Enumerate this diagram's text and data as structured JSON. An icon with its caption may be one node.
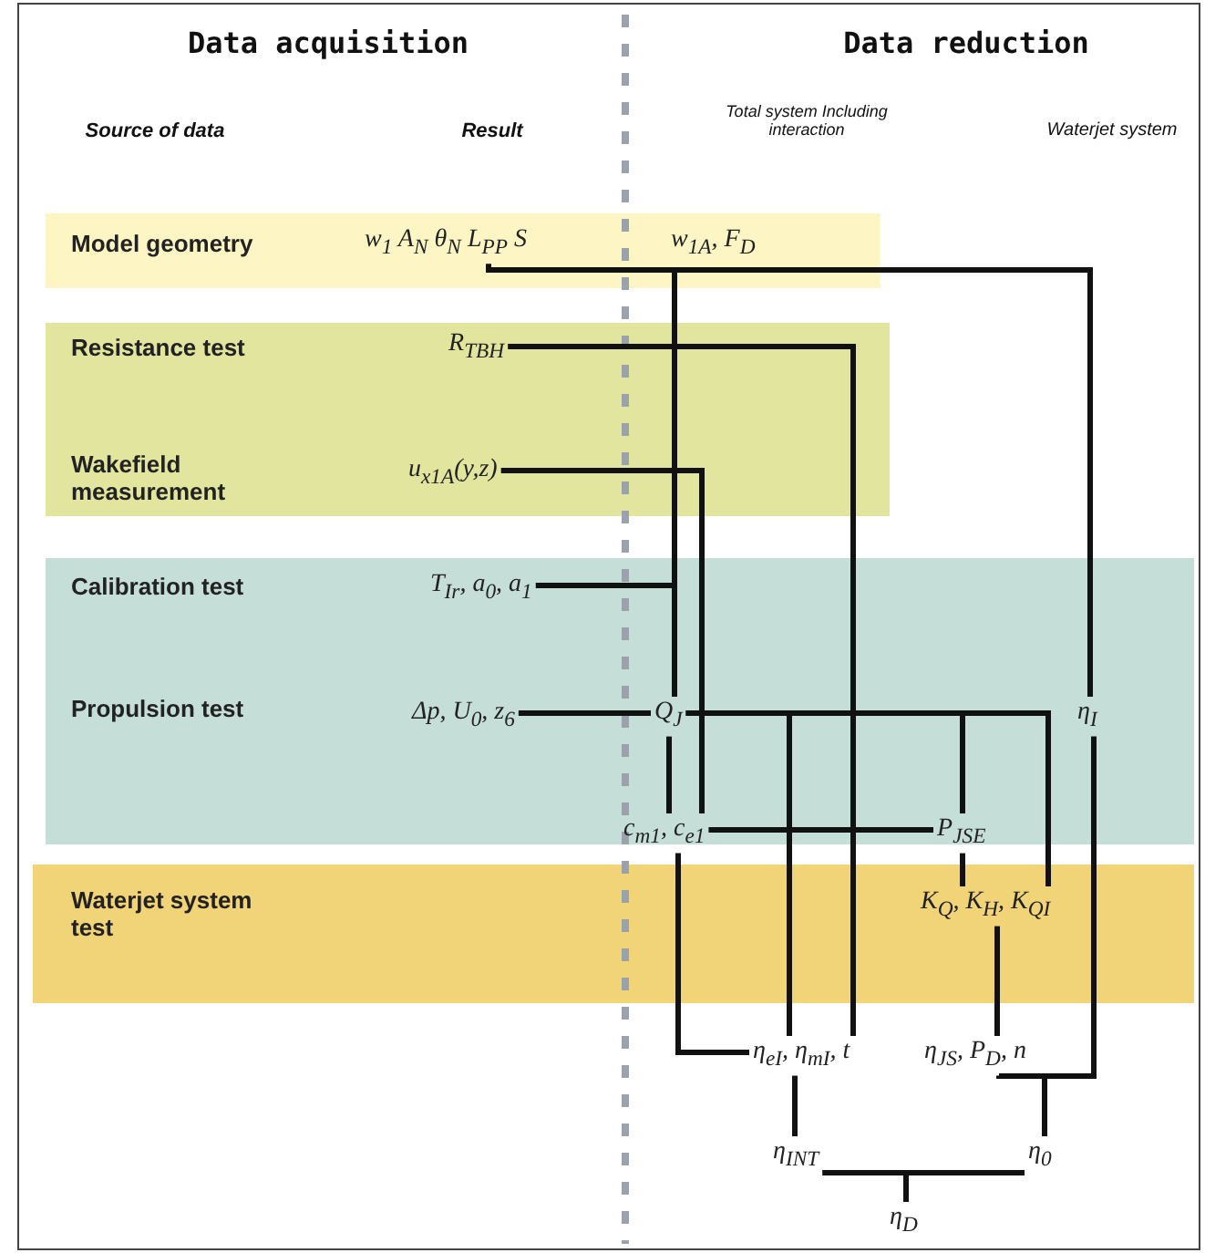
{
  "diagram": {
    "nodes": [
      {
        "text": [
          "Model geometry"
        ]
      },
      {
        "text": [
          "w$_{1}$ A$_{N}$ θ$_{N}$ L$_{PP}$ S"
        ],
        "in": 0
      },
      {
        "text": [
          "w$_{1A}$, F$_{D}$"
        ],
        "in": 0
      },
      {
        "text": [
          "Resistance test",
          "Wakefield measurement"
        ]
      },
      {
        "text": [
          "R$_{TBH}$"
        ],
        "in": 3
      },
      {
        "text": [
          "u$_{x1A}$(y,z)"
        ],
        "in": 3
      },
      {
        "text": [
          "Calibration test",
          "Propulsion test"
        ]
      },
      {
        "text": [
          "T$_{Ir}$, a$_{0}$, a$_{1}$"
        ],
        "in": 6
      },
      {
        "text": [
          "Δp, U$_{0}$, z$_{6}$"
        ],
        "in": 6
      },
      {
        "text": [
          "Q$_{J}$"
        ],
        "in": 6
      },
      {
        "text": [
          "η$_{I}$"
        ],
        "in": 6
      },
      {
        "text": [
          "c$_{m1}$, c$_{e1}$"
        ],
        "in": 6
      },
      {
        "text": [
          "P$_{JSE}$"
        ],
        "in": 6
      },
      {
        "text": [
          "Waterjet system test"
        ]
      },
      {
        "text": [
          "K$_{Q}$, K$_{H}$, K$_{QI}$"
        ],
        "in": 13
      },
      {
        "text": [
          "η$_{eI}$, η$_{mI}$, t"
        ]
      },
      {
        "text": [
          "η$_{JS}$, P$_{D}$, n"
        ]
      },
      {
        "text": [
          "η$_{INT}$"
        ]
      },
      {
        "text": [
          "η$_{0}$"
        ]
      },
      {
        "text": [
          "η$_{D}$"
        ]
      }
    ],
    "edges": [
      {
        "from": 1,
        "to": 10,
        "arrow": "none"
      },
      {
        "from": 1,
        "to": 9,
        "arrow": "none"
      },
      {
        "from": 4,
        "to": 15,
        "arrow": "none"
      },
      {
        "from": 5,
        "to": 11,
        "arrow": "none"
      },
      {
        "from": 7,
        "to": 9,
        "arrow": "none"
      },
      {
        "from": 8,
        "to": 9,
        "arrow": "none"
      },
      {
        "from": 9,
        "to": 11,
        "arrow": "none"
      },
      {
        "from": 9,
        "to": 15,
        "arrow": "none"
      },
      {
        "from": 9,
        "to": 12,
        "arrow": "none"
      },
      {
        "from": 9,
        "to": 14,
        "arrow": "none"
      },
      {
        "from": 11,
        "to": 12,
        "arrow": "none"
      },
      {
        "from": 11,
        "to": 15,
        "arrow": "none"
      },
      {
        "from": 12,
        "to": 14,
        "arrow": "none"
      },
      {
        "from": 14,
        "to": 16,
        "arrow": "none"
      },
      {
        "from": 10,
        "to": 18,
        "arrow": "none"
      },
      {
        "from": 16,
        "to": 18,
        "arrow": "none"
      },
      {
        "from": 15,
        "to": 17,
        "arrow": "none"
      },
      {
        "from": 17,
        "to": 19,
        "arrow": "none"
      },
      {
        "from": 18,
        "to": 19,
        "arrow": "none"
      }
    ],
    "labels": [
      "Data acquisition",
      "Data reduction",
      "Source of data",
      "Result",
      "Total system Including interaction",
      "Waterjet system"
    ]
  }
}
